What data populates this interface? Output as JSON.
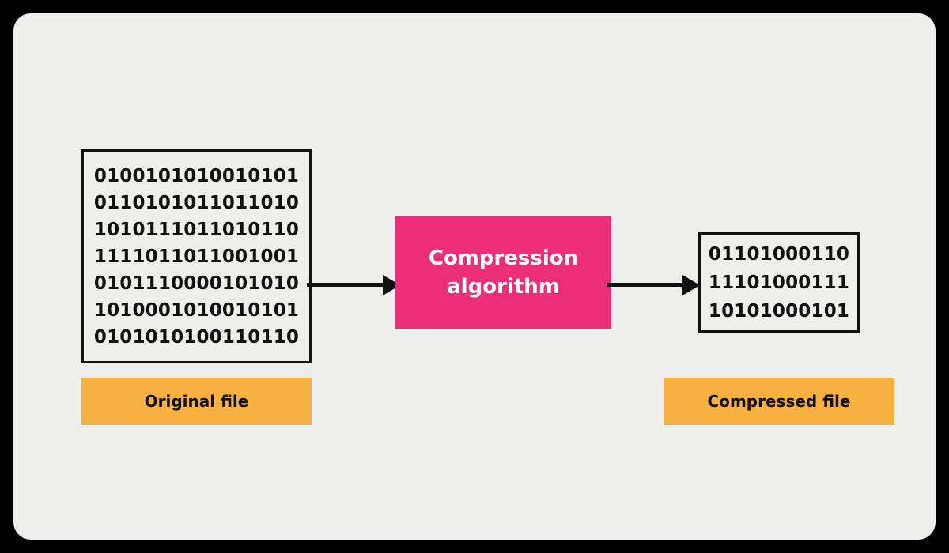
{
  "canvas": {
    "outer_background": "#000000",
    "panel_background": "#EEEEEC",
    "corner_radius": "22px"
  },
  "original_file": {
    "label": "Original file",
    "label_background": "#F6B141",
    "border_color": "#111111",
    "binary_lines": [
      "0100101010010101",
      "0110101011011010",
      "1010111011010110",
      "1111011011001001",
      "0101110000101010",
      "1010001010010101",
      "0101010100110110"
    ]
  },
  "algorithm": {
    "line1": "Compression",
    "line2": "algorithm",
    "background": "#EC2E79",
    "text_color": "#FFFFFF"
  },
  "compressed_file": {
    "label": "Compressed file",
    "label_background": "#F6B141",
    "border_color": "#111111",
    "binary_lines": [
      "01101000110",
      "11101000111",
      "10101000101"
    ]
  },
  "arrows": {
    "color": "#111111",
    "left_name": "arrow-original-to-algorithm",
    "right_name": "arrow-algorithm-to-compressed"
  }
}
